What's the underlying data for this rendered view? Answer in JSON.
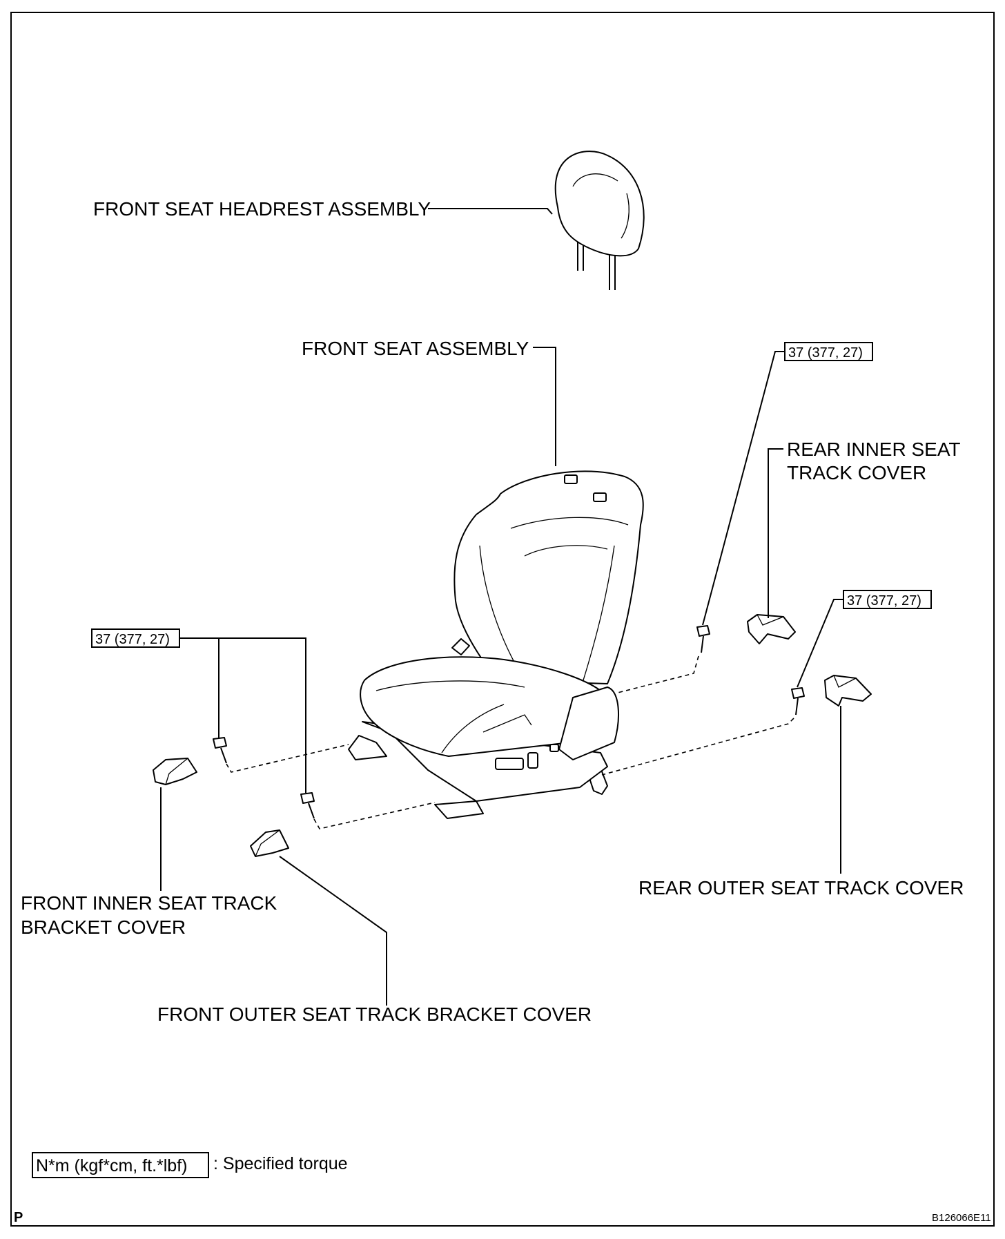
{
  "labels": {
    "headrest": "FRONT SEAT HEADREST ASSEMBLY",
    "seat": "FRONT SEAT ASSEMBLY",
    "rear_inner_line1": "REAR INNER SEAT",
    "rear_inner_line2": "TRACK COVER",
    "rear_outer": "REAR OUTER SEAT TRACK COVER",
    "front_inner_line1": "FRONT INNER  SEAT TRACK",
    "front_inner_line2": "BRACKET COVER",
    "front_outer": "FRONT OUTER  SEAT TRACK BRACKET COVER"
  },
  "torques": {
    "left": "37 (377, 27)",
    "top_right": "37 (377, 27)",
    "right": "37 (377, 27)"
  },
  "legend": {
    "unit": "N*m (kgf*cm, ft.*lbf)",
    "text": ": Specified torque"
  },
  "footer": {
    "page_mark": "P",
    "figure_code": "B126066E11"
  }
}
